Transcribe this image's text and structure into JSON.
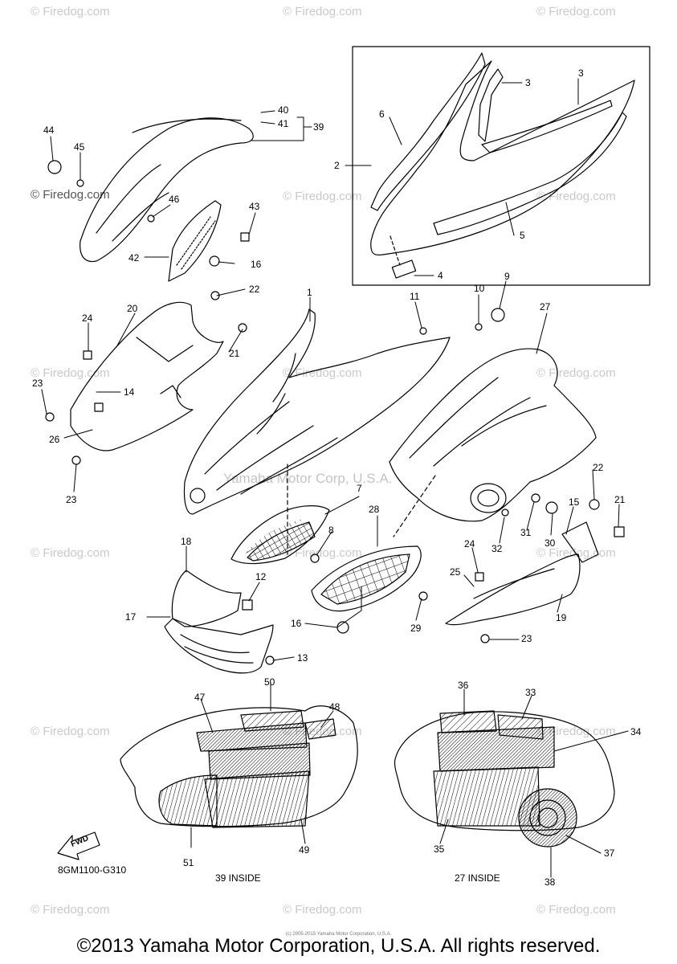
{
  "diagram_code": "8GM1100-G310",
  "footer": "©2013 Yamaha Motor Corporation, U.S.A. All rights reserved.",
  "footer_small": "(c) 2005-2015 Yamaha Motor Corporation, U.S.A.",
  "watermark": "© Firedog.com",
  "watermark_center": "Yamaha Motor Corp, U.S.A.",
  "inside_39": "39 INSIDE",
  "inside_27": "27 INSIDE",
  "fwd": "FWD",
  "callouts": [
    "1",
    "2",
    "3",
    "3",
    "4",
    "5",
    "6",
    "7",
    "8",
    "9",
    "10",
    "11",
    "12",
    "13",
    "14",
    "15",
    "16",
    "16",
    "17",
    "18",
    "19",
    "20",
    "21",
    "21",
    "22",
    "22",
    "23",
    "23",
    "23",
    "24",
    "24",
    "25",
    "26",
    "27",
    "28",
    "29",
    "30",
    "31",
    "32",
    "33",
    "34",
    "35",
    "36",
    "37",
    "38",
    "39",
    "40",
    "41",
    "42",
    "43",
    "44",
    "45",
    "46",
    "47",
    "48",
    "49",
    "50",
    "51"
  ]
}
